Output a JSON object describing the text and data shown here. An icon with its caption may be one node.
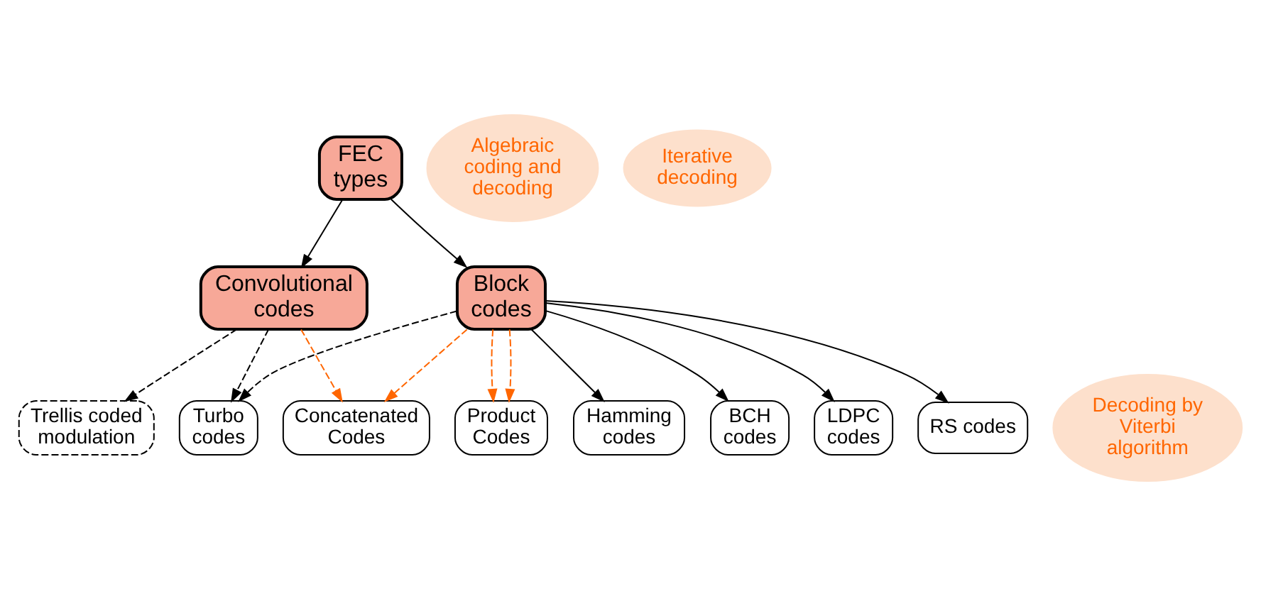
{
  "diagram": {
    "nodes": [
      {
        "text": [
          "FEC types"
        ]
      },
      {
        "text": [
          "Block codes"
        ]
      },
      {
        "text": [
          "Convolutional codes"
        ]
      },
      {
        "text": [
          "Decoding by Viterbi algorithm"
        ]
      },
      {
        "text": [
          "Hamming codes"
        ]
      },
      {
        "text": [
          "Turbo codes"
        ]
      },
      {
        "text": [
          "BCH codes"
        ]
      },
      {
        "text": [
          "Trellis coded modulation"
        ]
      },
      {
        "text": [
          "LDPC codes"
        ]
      },
      {
        "text": [
          "Algebraic coding and decoding"
        ]
      },
      {
        "text": [
          "Iterative decoding"
        ]
      },
      {
        "text": [
          "RS codes"
        ]
      },
      {
        "text": [
          "Concatenated Codes"
        ]
      },
      {
        "text": [
          "Product Codes"
        ]
      }
    ],
    "edges": [
      {
        "from": 0,
        "to": 1,
        "arrow": "to"
      },
      {
        "from": 0,
        "to": 2,
        "arrow": "to"
      },
      {
        "from": 1,
        "to": 4,
        "arrow": "to"
      },
      {
        "from": 1,
        "to": 6,
        "arrow": "to"
      },
      {
        "from": 1,
        "to": 11,
        "arrow": "to"
      },
      {
        "from": 1,
        "to": 8,
        "arrow": "to"
      },
      {
        "from": 1,
        "to": 5,
        "arrow": "to",
        "style": "dashed"
      },
      {
        "from": 2,
        "to": 5,
        "arrow": "to",
        "style": "dashed"
      },
      {
        "from": 2,
        "to": 7,
        "arrow": "to",
        "style": "dashed"
      },
      {
        "from": 1,
        "to": 13,
        "arrow": "to",
        "style": "dashed",
        "color": "#ff6600"
      },
      {
        "from": 1,
        "to": 13,
        "arrow": "to",
        "style": "dashed",
        "color": "#ff6600"
      },
      {
        "from": 1,
        "to": 12,
        "arrow": "to",
        "style": "dashed",
        "color": "#ff6600"
      },
      {
        "from": 2,
        "to": 12,
        "arrow": "to",
        "style": "dashed",
        "color": "#ff6600"
      }
    ]
  }
}
